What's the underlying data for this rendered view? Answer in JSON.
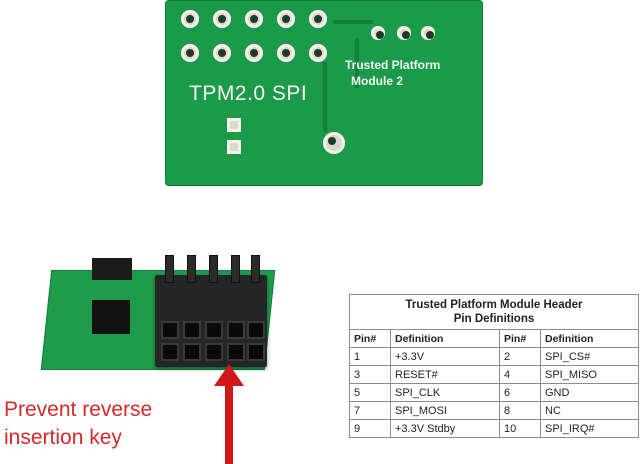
{
  "top_board": {
    "silk_text_1": "TPM2.0 SPI",
    "silk_text_2": "Trusted Platform",
    "silk_text_3": "Module 2"
  },
  "caption": {
    "line1": "Prevent reverse",
    "line2": "insertion key"
  },
  "pin_table": {
    "title_line1": "Trusted Platform Module Header",
    "title_line2": "Pin Definitions",
    "headers": [
      "Pin#",
      "Definition",
      "Pin#",
      "Definition"
    ],
    "rows": [
      [
        "1",
        "+3.3V",
        "2",
        "SPI_CS#"
      ],
      [
        "3",
        "RESET#",
        "4",
        "SPI_MISO"
      ],
      [
        "5",
        "SPI_CLK",
        "6",
        "GND"
      ],
      [
        "7",
        "SPI_MOSI",
        "8",
        "NC"
      ],
      [
        "9",
        "+3.3V Stdby",
        "10",
        "SPI_IRQ#"
      ]
    ]
  },
  "colors": {
    "pcb_green": "#1b9a4a",
    "arrow_red": "#d01818",
    "caption_red": "#d42a2a"
  }
}
